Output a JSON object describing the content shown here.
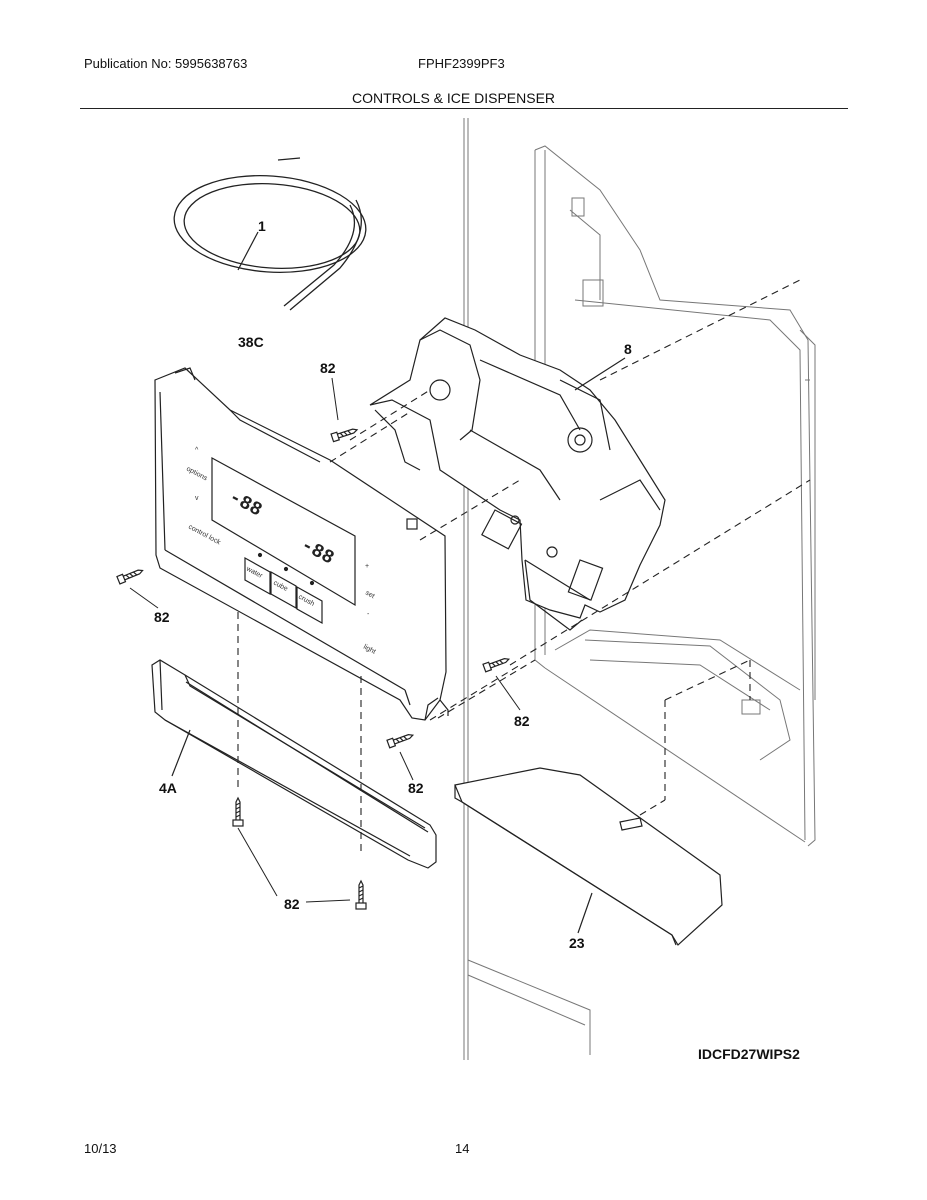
{
  "header": {
    "publication": "Publication No: 5995638763",
    "model": "FPHF2399PF3",
    "section_title": "CONTROLS & ICE DISPENSER"
  },
  "callouts": {
    "tubing": "1",
    "control_panel": "38C",
    "dispenser_assembly": "8",
    "screw": "82",
    "trim": "4A",
    "drip_tray": "23"
  },
  "panel_labels": {
    "up": "^",
    "options": "options",
    "down": "v",
    "control_lock": "control lock",
    "plus": "+",
    "set": "set",
    "minus": "-",
    "light": "light",
    "water": "water",
    "cube": "cube",
    "crush": "crush",
    "freezer_temp": "-88",
    "fridge_temp": "-88"
  },
  "diagram_code": "IDCFD27WIPS2",
  "footer": {
    "date": "10/13",
    "page": "14"
  }
}
